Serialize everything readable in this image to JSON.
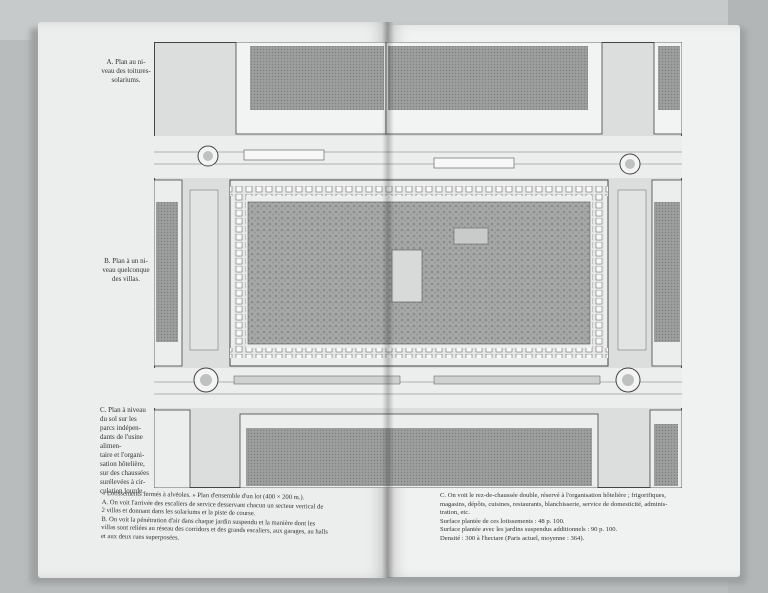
{
  "captions": {
    "a": "A. Plan au ni-\nveau des toitures-\nsolariums.",
    "b": "B. Plan à un ni-\nveau quelconque\ndes villas.",
    "c": "C. Plan à niveau\ndu sol sur les\nparcs indépen-\ndants de l'usine alimen-\ntaire et l'organi-\nsation hôtelière,\nsur des chaussées\nsurélevées à cir-\nculation lourde."
  },
  "note_left": {
    "line1": "« Lotissements fermés à alvéoles. » Plan d'ensemble d'un lot (400 × 200 m.).",
    "line2": "A. On voit l'arrivée des escaliers de service desservant chacun un secteur vertical de",
    "line3": "2 villas et donnant dans les solariums et la piste de course.",
    "line4": "B. On voit la pénétration d'air dans chaque jardin suspendu et la manière dont les",
    "line5": "villas sont reliées au réseau des corridors et des grands escaliers, aux garages, au halls",
    "line6": "et aux deux rues superposées."
  },
  "note_right": {
    "line1": "C. On voit le rez-de-chaussée double, réservé à l'organisation hôtelière ; frigorifiques,",
    "line2": "magasins, dépôts, cuisines, restaurants, blanchisserie, service de domesticité, adminis-",
    "line3": "tration, etc.",
    "line4": "Surface plantée de ces lotissements : 48 p. 100.",
    "line5": "Surface plantée avec les jardins suspendus additionnels : 90 p. 100.",
    "line6": "Densité : 300 à l'hectare (Paris actuel, moyenne : 364)."
  }
}
